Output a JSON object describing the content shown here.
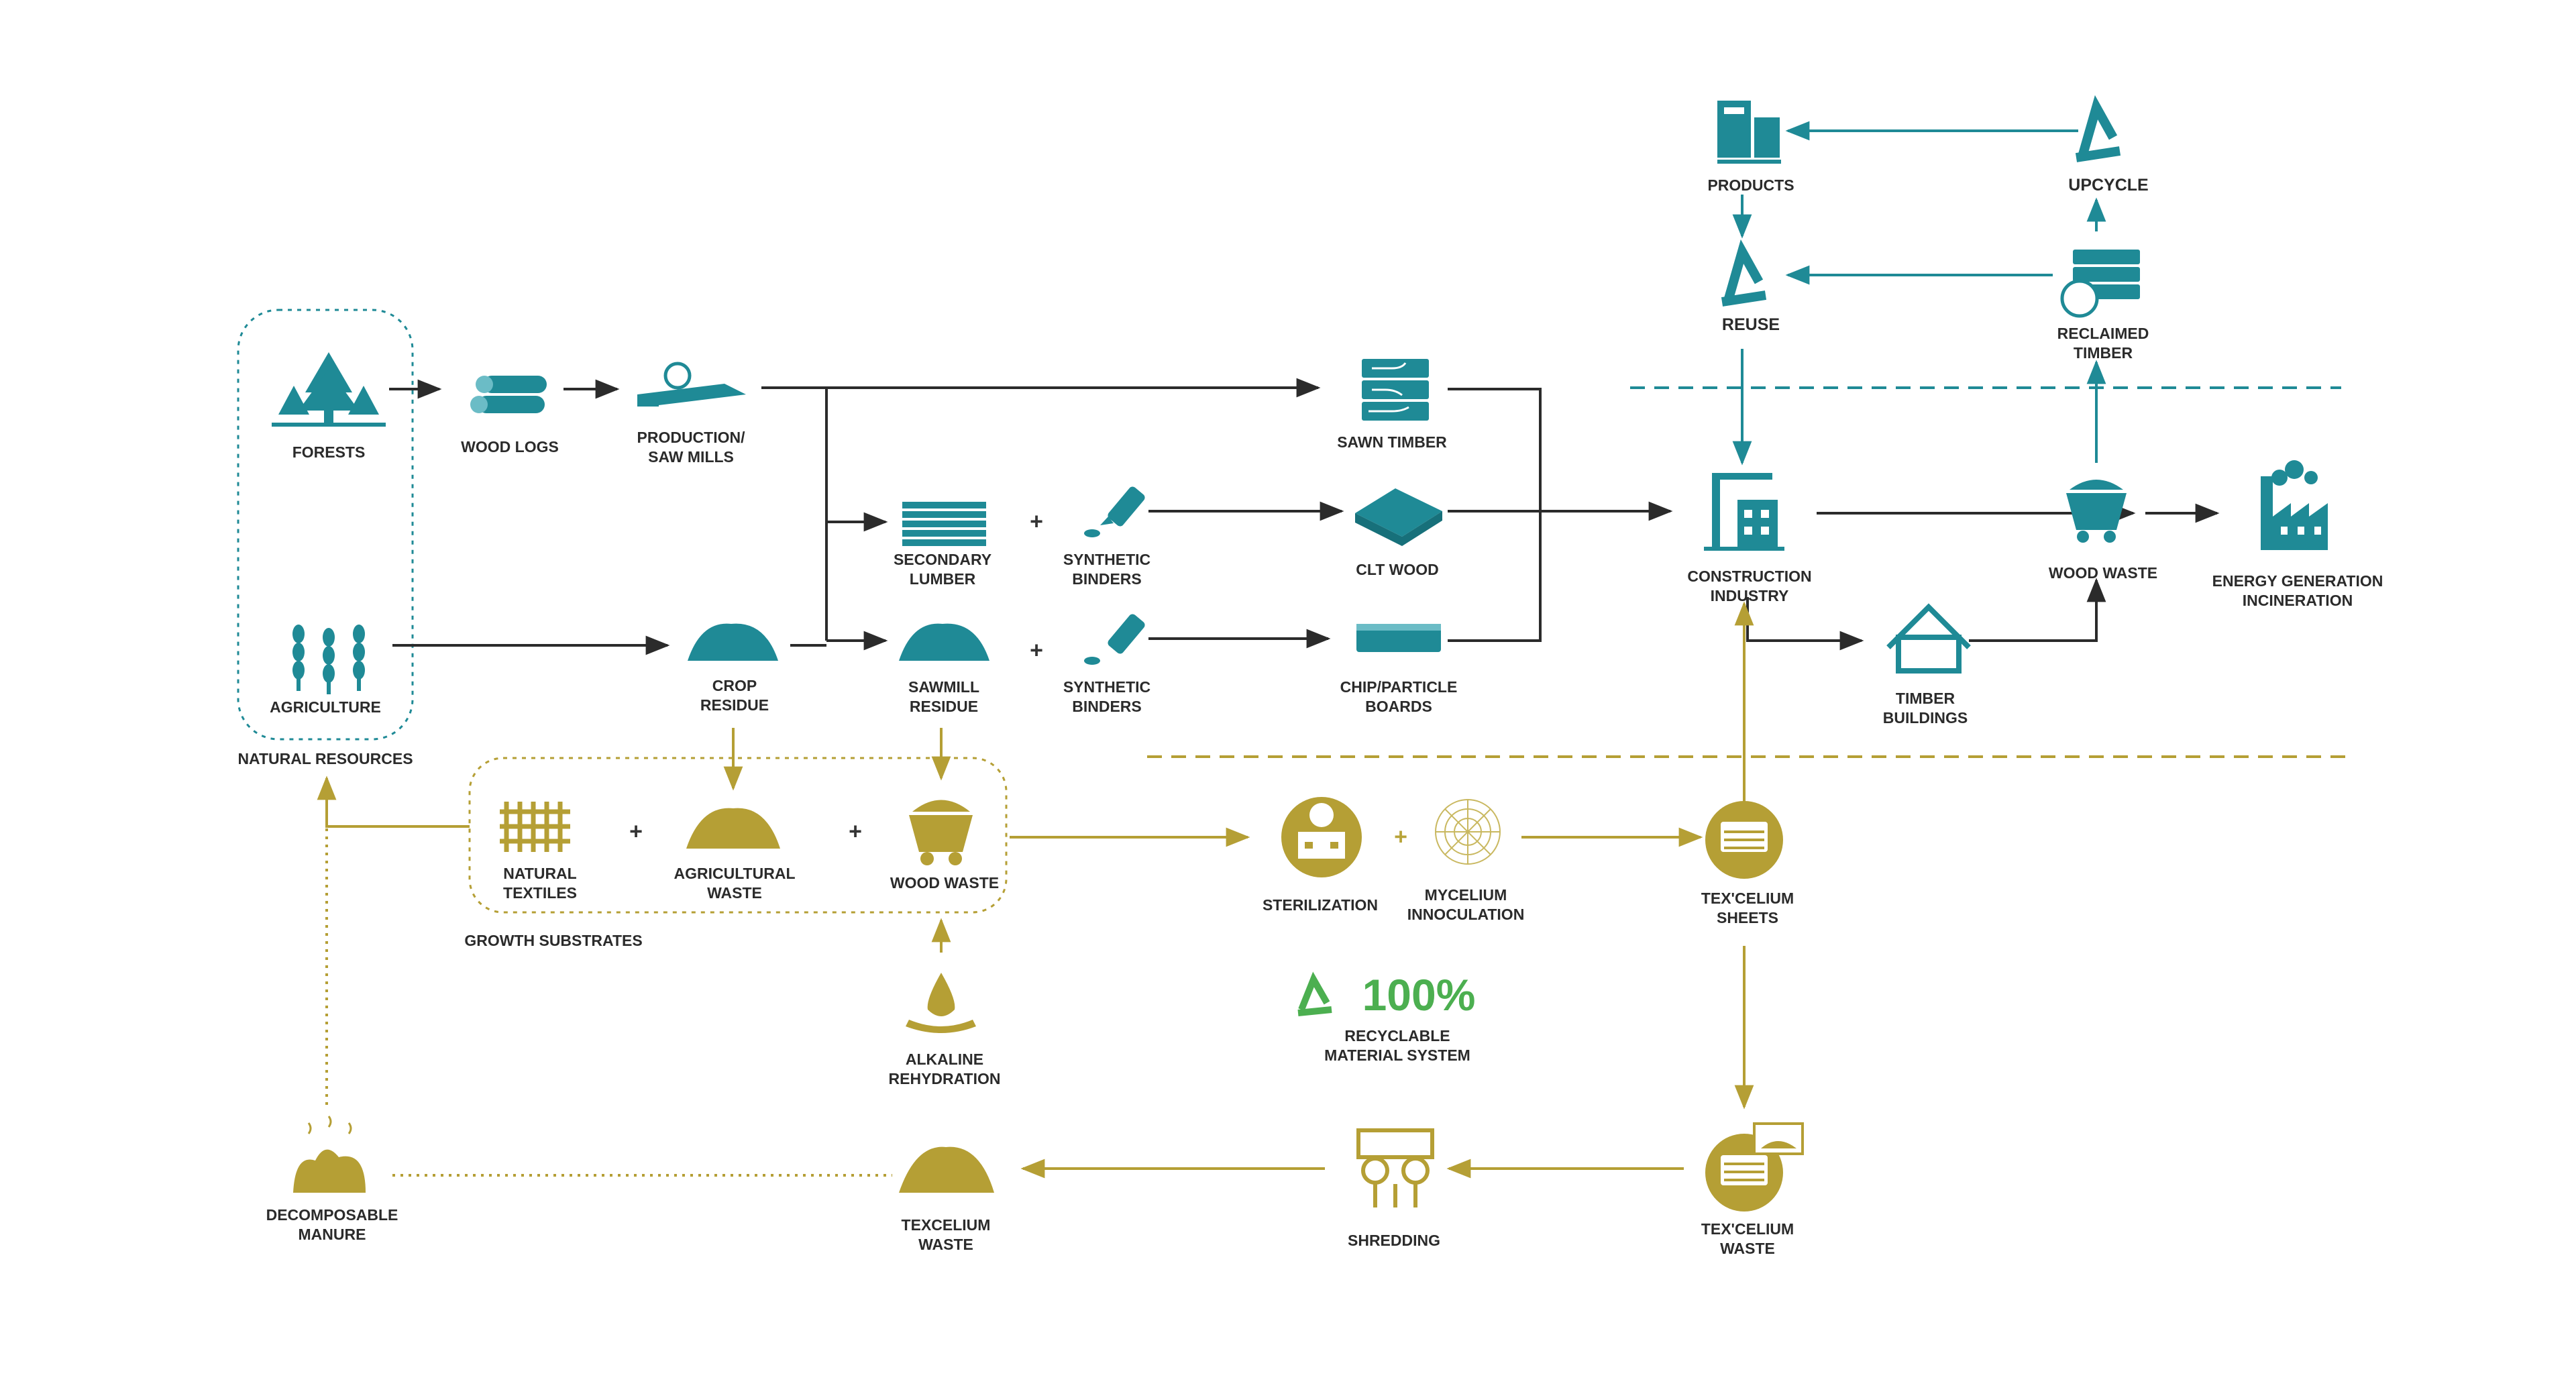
{
  "colors": {
    "teal": "#1f8a96",
    "gold": "#b59f35",
    "dark": "#2b2b2b",
    "green": "#4caf50"
  },
  "labels": {
    "forests": "FORESTS",
    "agriculture": "AGRICULTURE",
    "natural_resources": "NATURAL RESOURCES",
    "wood_logs": "WOOD LOGS",
    "production": "PRODUCTION/\nSAW MILLS",
    "sawn_timber": "SAWN TIMBER",
    "secondary_lumber": "SECONDARY\nLUMBER",
    "synthetic_binders_1": "SYNTHETIC\nBINDERS",
    "clt_wood": "CLT WOOD",
    "crop_residue": "CROP\nRESIDUE",
    "sawmill_residue": "SAWMILL\nRESIDUE",
    "synthetic_binders_2": "SYNTHETIC\nBINDERS",
    "chip_boards": "CHIP/PARTICLE\nBOARDS",
    "construction": "CONSTRUCTION\nINDUSTRY",
    "timber_buildings": "TIMBER\nBUILDINGS",
    "wood_waste_top": "WOOD WASTE",
    "energy": "ENERGY GENERATION\nINCINERATION",
    "products": "PRODUCTS",
    "upcycle": "UPCYCLE",
    "reuse": "REUSE",
    "reclaimed_timber": "RECLAIMED\nTIMBER",
    "natural_textiles": "NATURAL\nTEXTILES",
    "agricultural_waste": "AGRICULTURAL\nWASTE",
    "wood_waste_sub": "WOOD WASTE",
    "growth_substrates": "GROWTH SUBSTRATES",
    "sterilization": "STERILIZATION",
    "mycelium": "MYCELIUM\nINNOCULATION",
    "texcelium_sheets": "TEX'CELIUM\nSHEETS",
    "recyclable_big": "100%",
    "recyclable_text": "RECYCLABLE\nMATERIAL SYSTEM",
    "alkaline": "ALKALINE\nREHYDRATION",
    "decomposable": "DECOMPOSABLE\nMANURE",
    "texcelium_waste_left": "TEXCELIUM\nWASTE",
    "shredding": "SHREDDING",
    "texcelium_waste_right": "TEX'CELIUM\nWASTE"
  },
  "plus_sign": "+"
}
